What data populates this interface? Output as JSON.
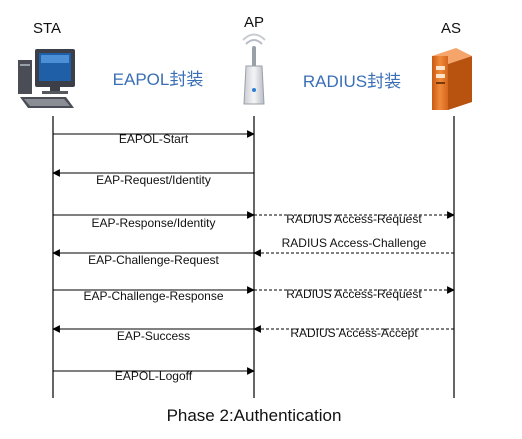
{
  "nodes": {
    "sta": {
      "label": "STA",
      "icon": "computer-icon"
    },
    "ap": {
      "label": "AP",
      "icon": "access-point-icon"
    },
    "as": {
      "label": "AS",
      "icon": "server-icon"
    }
  },
  "encapsulation": {
    "eapol": "EAPOL封装",
    "radius": "RADIUS封装"
  },
  "messages": [
    {
      "from": "sta",
      "to": "ap",
      "label": "EAPOL-Start",
      "style": "solid"
    },
    {
      "from": "ap",
      "to": "sta",
      "label": "EAP-Request/Identity",
      "style": "solid"
    },
    {
      "from": "sta",
      "to": "ap",
      "label": "EAP-Response/Identity",
      "style": "solid"
    },
    {
      "from": "ap",
      "to": "as",
      "label": "RADIUS Access-Request",
      "style": "dashed"
    },
    {
      "from": "ap",
      "to": "sta",
      "label": "EAP-Challenge-Request",
      "style": "solid"
    },
    {
      "from": "as",
      "to": "ap",
      "label": "RADIUS Access-Challenge",
      "style": "dashed"
    },
    {
      "from": "sta",
      "to": "ap",
      "label": "EAP-Challenge-Response",
      "style": "solid"
    },
    {
      "from": "ap",
      "to": "as",
      "label": "RADIUS Access-Request",
      "style": "dashed"
    },
    {
      "from": "ap",
      "to": "sta",
      "label": "EAP-Success",
      "style": "solid"
    },
    {
      "from": "as",
      "to": "ap",
      "label": "RADIUS Access-Accept",
      "style": "dashed"
    },
    {
      "from": "sta",
      "to": "ap",
      "label": "EAPOL-Logoff",
      "style": "solid"
    }
  ],
  "caption": "Phase 2:Authentication",
  "colors": {
    "encapsulation_text": "#3a6fb6",
    "lines": "#000000",
    "server_orange": "#e8782a",
    "monitor_blue": "#1f5fa8"
  }
}
